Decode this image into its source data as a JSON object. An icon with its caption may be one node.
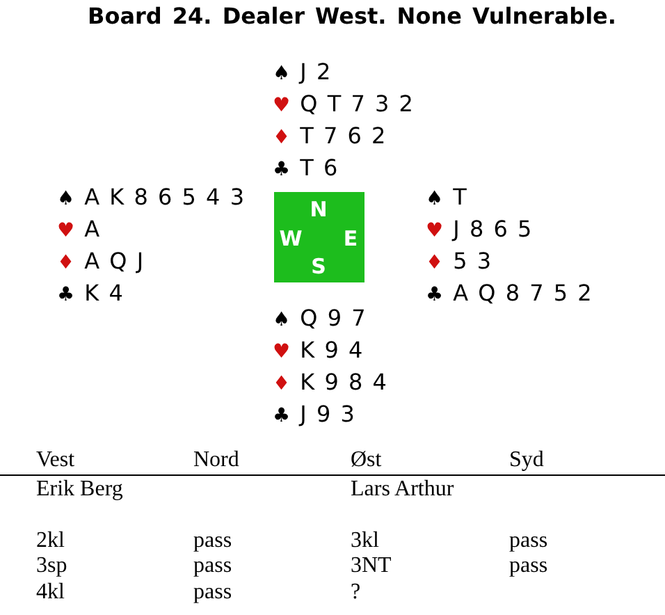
{
  "diagram": {
    "title": "Board 24. Dealer West. None Vulnerable.",
    "nodes": [
      {
        "text": [
          "N",
          "W",
          "E",
          "S"
        ]
      }
    ],
    "labels": [
      "♠ J 2",
      "♥ Q T 7 3 2",
      "♦ T 7 6 2",
      "♣ T 6",
      "♠ A K 8 6 5 4 3",
      "♥ A",
      "♦ A Q J",
      "♣ K 4",
      "♠ T",
      "♥ J 8 6 5",
      "♦ 5 3",
      "♣ A Q 8 7 5 2",
      "♠ Q 9 7",
      "♥ K 9 4",
      "♦ K 9 8 4",
      "♣ J 9 3",
      "Vest",
      "Nord",
      "Øst",
      "Syd",
      "Erik Berg",
      "Lars Arthur",
      "2kl",
      "pass",
      "3kl",
      "pass",
      "3sp",
      "pass",
      "3NT",
      "pass",
      "4kl",
      "pass",
      "?"
    ]
  }
}
